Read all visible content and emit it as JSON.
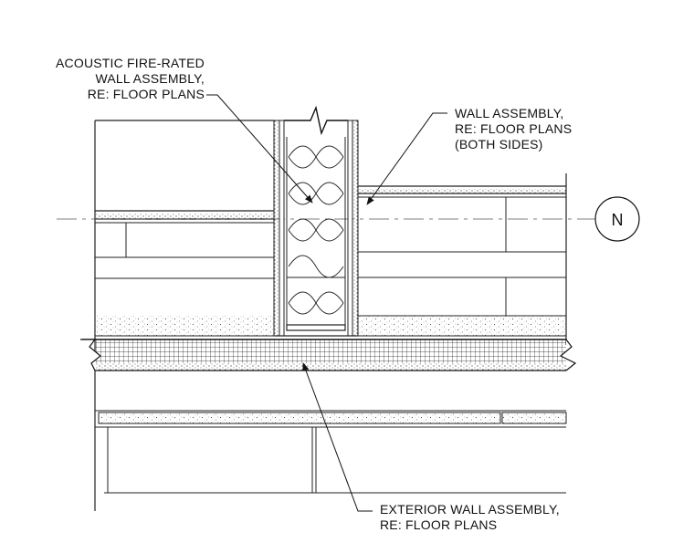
{
  "notes": {
    "acoustic": [
      "ACOUSTIC FIRE-RATED",
      "WALL ASSEMBLY,",
      "RE: FLOOR PLANS"
    ],
    "wall": [
      "WALL ASSEMBLY,",
      "RE: FLOOR PLANS",
      "(BOTH SIDES)"
    ],
    "exterior": [
      "EXTERIOR WALL ASSEMBLY,",
      "RE: FLOOR PLANS"
    ]
  },
  "grid_bubble": {
    "label": "N"
  }
}
